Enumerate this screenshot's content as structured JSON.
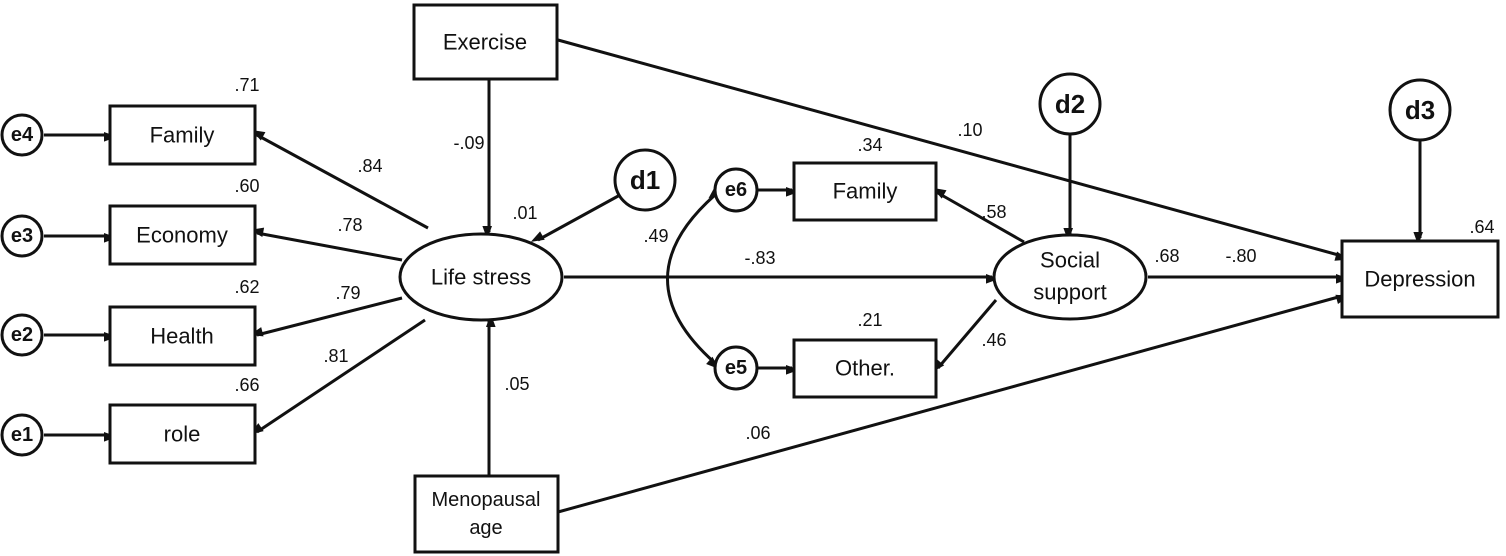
{
  "nodes": {
    "exercise": "Exercise",
    "family_ls": "Family",
    "economy": "Economy",
    "health": "Health",
    "role": "role",
    "life_stress": "Life stress",
    "menopausal_line1": "Menopausal",
    "menopausal_line2": "age",
    "family_ss": "Family",
    "other": "Other.",
    "social_line1": "Social",
    "social_line2": "support",
    "depression": "Depression",
    "e1": "e1",
    "e2": "e2",
    "e3": "e3",
    "e4": "e4",
    "e5": "e5",
    "e6": "e6",
    "d1": "d1",
    "d2": "d2",
    "d3": "d3"
  },
  "coefficients": {
    "r2_family_ls": ".71",
    "r2_economy": ".60",
    "r2_health": ".62",
    "r2_role": ".66",
    "load_family": ".84",
    "load_economy": ".78",
    "load_health": ".79",
    "load_role": ".81",
    "exercise_to_lifestress": "-.09",
    "r2_lifestress": ".01",
    "menopause_to_lifestress": ".05",
    "e5_e6_cov": ".49",
    "r2_family_ss": ".34",
    "r2_other": ".21",
    "load_family_ss": ".58",
    "load_other": ".46",
    "lifestress_to_social": "-.83",
    "exercise_to_depression": ".10",
    "r2_social": ".68",
    "social_to_depression": "-.80",
    "r2_depression": ".64",
    "menopause_to_depression": ".06"
  }
}
